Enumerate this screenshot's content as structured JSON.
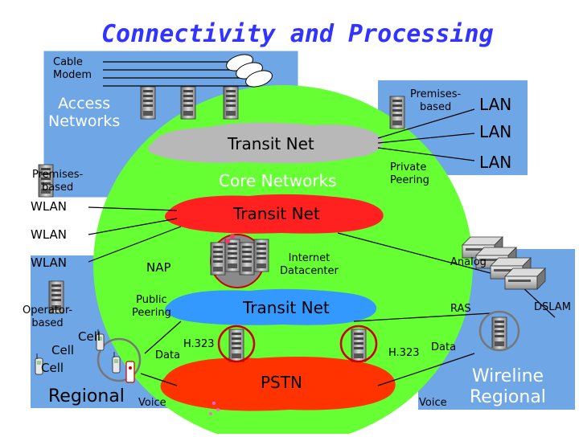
{
  "title": "Connectivity and Processing",
  "labels": {
    "cable_modem": "Cable\nModem",
    "access_networks": "Access\nNetworks",
    "premises_left": "Premises-\nbased",
    "premises_right": "Premises-\nbased",
    "lan1": "LAN",
    "lan2": "LAN",
    "lan3": "LAN",
    "transit_net_top": "Transit Net",
    "core_networks": "Core Networks",
    "private_peering": "Private\nPeering",
    "wlan1": "WLAN",
    "wlan2": "WLAN",
    "wlan3": "WLAN",
    "transit_net_mid": "Transit Net",
    "nap": "NAP",
    "internet_datacenter": "Internet\nDatacenter",
    "analog": "Analog",
    "operator_based": "Operator-\nbased",
    "public_peering": "Public\nPeering",
    "transit_net_low": "Transit Net",
    "ras": "RAS",
    "dslam": "DSLAM",
    "cell1": "Cell",
    "cell2": "Cell",
    "cell3": "Cell",
    "data_left": "Data",
    "h323_left": "H.323",
    "h323_right": "H.323",
    "data_right": "Data",
    "regional": "Regional",
    "voice_left": "Voice",
    "pstn": "PSTN",
    "voice_right": "Voice",
    "wireline_regional": "Wireline\nRegional"
  },
  "colors": {
    "green_core": "#66ff33",
    "access_blue": "#5b8ed6",
    "transit_gray": "#b8b8b8",
    "transit_red": "#ff2020",
    "transit_blue": "#3399ff",
    "pstn_red": "#ff3300",
    "title_blue": "#3333ff"
  }
}
